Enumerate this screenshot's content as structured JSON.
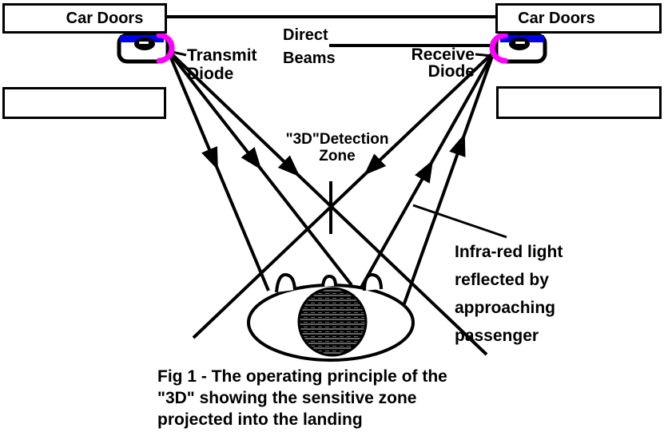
{
  "diagram": {
    "boxes": {
      "car_doors_left": "Car Doors",
      "car_doors_right": "Car Doors"
    },
    "labels": {
      "direct_beams": [
        "Direct",
        "Beams"
      ],
      "transmit_diode": [
        "Transmit",
        "Diode"
      ],
      "receive_diode": [
        "Receive",
        "Diode"
      ],
      "detection_zone": [
        "\"3D\"Detection",
        "Zone"
      ],
      "infrared_note": [
        "Infra-red light",
        "reflected by",
        "approaching",
        "passenger"
      ]
    },
    "caption": [
      "Fig 1 - The operating principle of the",
      "\"3D\" showing the sensitive zone",
      "projected into the landing"
    ],
    "colors": {
      "line": "#000000",
      "sensor_bar_blue": "#0000ee",
      "sensor_aperture_magenta": "#ff00ff"
    }
  }
}
